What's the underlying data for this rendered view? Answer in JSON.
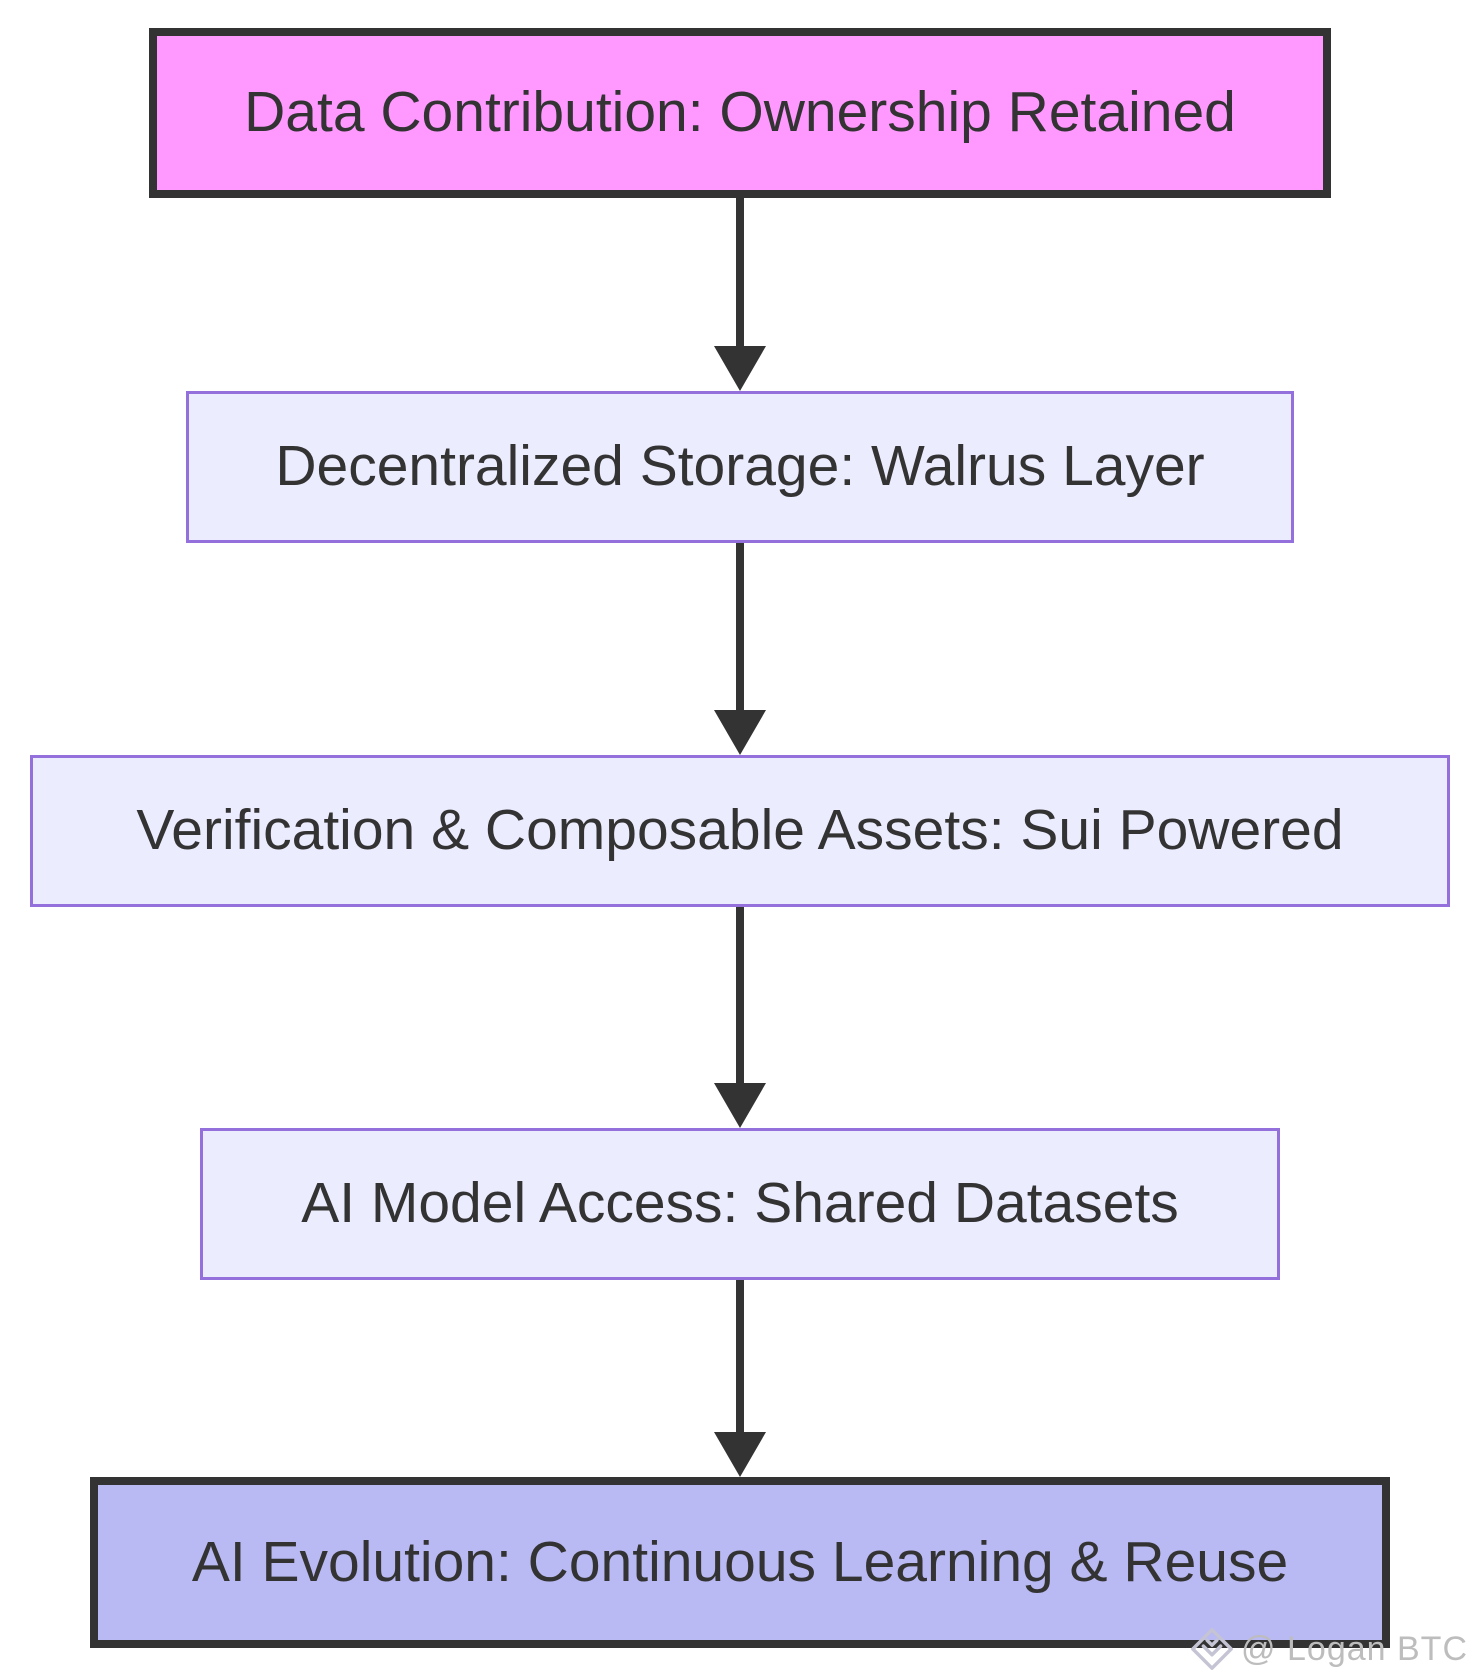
{
  "diagram": {
    "type": "flowchart",
    "direction": "top-down",
    "background": "#ffffff",
    "text_color": "#333333",
    "arrow_color": "#333333",
    "nodes": [
      {
        "id": "n1",
        "label": "Data Contribution: Ownership Retained",
        "fill": "#ff99ff",
        "border_color": "#333333",
        "border_width": 8
      },
      {
        "id": "n2",
        "label": "Decentralized Storage: Walrus Layer",
        "fill": "#ECECFF",
        "border_color": "#9370DB",
        "border_width": 3
      },
      {
        "id": "n3",
        "label": "Verification & Composable Assets: Sui Powered",
        "fill": "#ECECFF",
        "border_color": "#9370DB",
        "border_width": 3
      },
      {
        "id": "n4",
        "label": "AI Model Access: Shared Datasets",
        "fill": "#ECECFF",
        "border_color": "#9370DB",
        "border_width": 3
      },
      {
        "id": "n5",
        "label": "AI Evolution: Continuous Learning & Reuse",
        "fill": "#b9b9f3",
        "border_color": "#333333",
        "border_width": 8
      }
    ],
    "edges": [
      {
        "from": "n1",
        "to": "n2"
      },
      {
        "from": "n2",
        "to": "n3"
      },
      {
        "from": "n3",
        "to": "n4"
      },
      {
        "from": "n4",
        "to": "n5"
      }
    ]
  },
  "watermark": {
    "icon": "gem-icon",
    "text": "@ Logan BTC",
    "color": "#bdbdbd",
    "icon_color": "#c4c4d4"
  }
}
